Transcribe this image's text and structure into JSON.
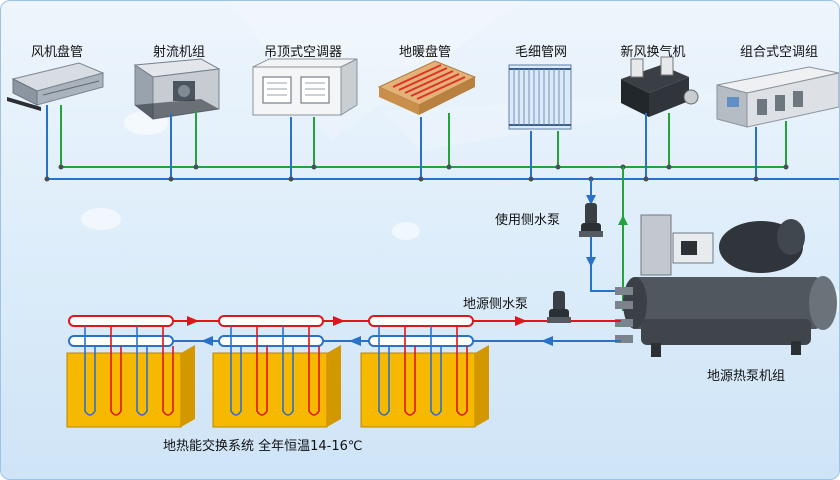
{
  "equipment": [
    {
      "label": "风机盘管"
    },
    {
      "label": "射流机组"
    },
    {
      "label": "吊顶式空调器"
    },
    {
      "label": "地暖盘管"
    },
    {
      "label": "毛细管网"
    },
    {
      "label": "新风换气机"
    },
    {
      "label": "组合式空调组"
    }
  ],
  "pumps": {
    "use_side": "使用侧水泵",
    "source_side": "地源侧水泵"
  },
  "heat_pump": "地源热泵机组",
  "geothermal": "地热能交换系统 全年恒温14-16℃",
  "colors": {
    "supply_green": "#22a43a",
    "return_blue": "#2a72c8",
    "hot_red": "#e0141c",
    "ground_yellow": "#f7b800",
    "background": "#e4f0fb"
  }
}
